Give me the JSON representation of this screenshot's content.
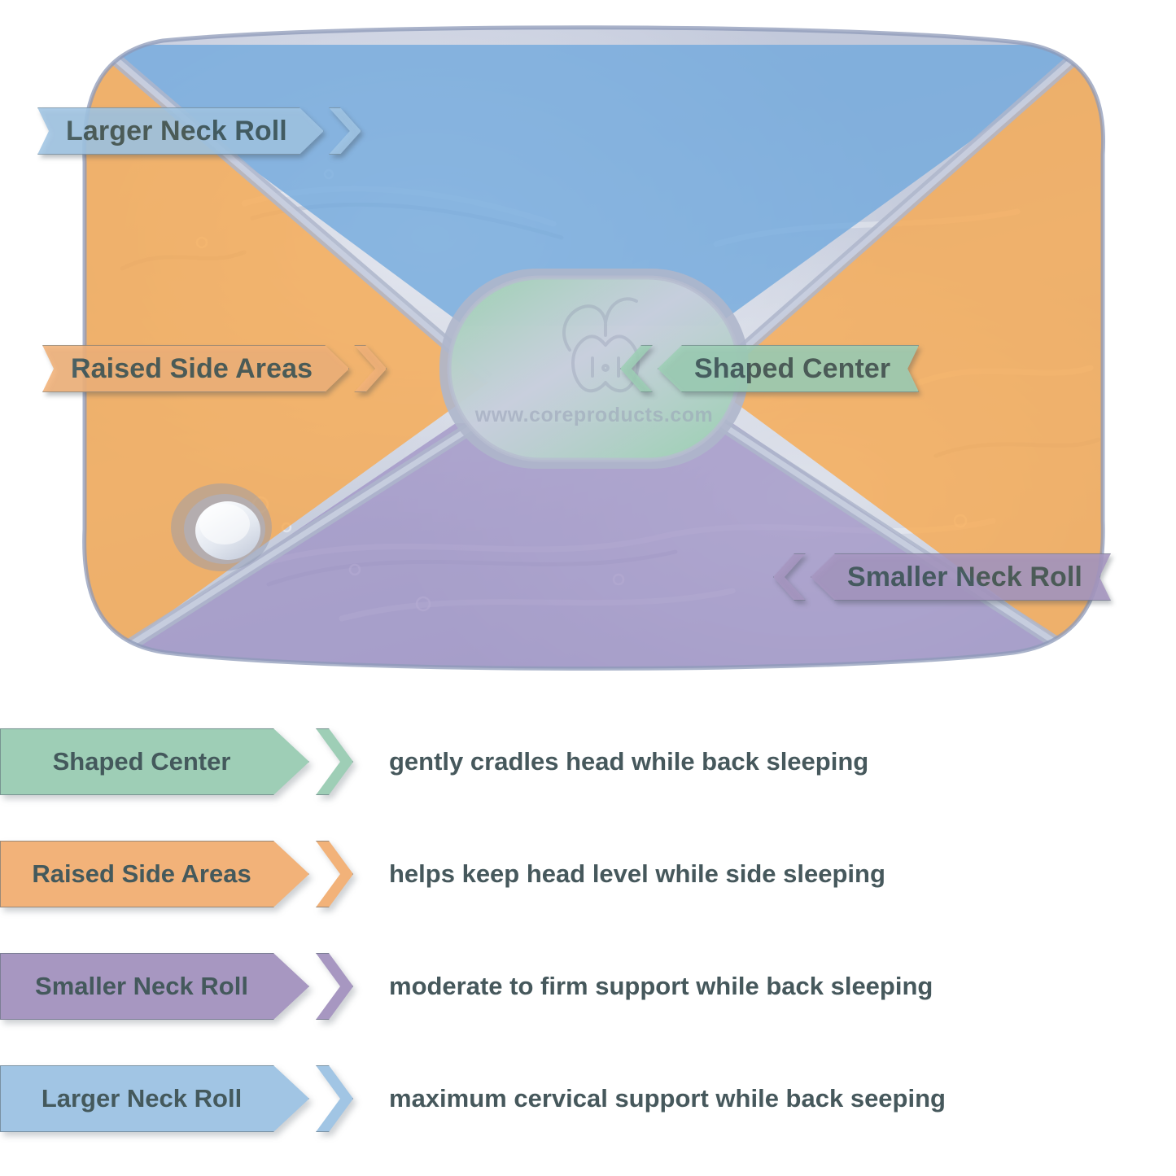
{
  "product": {
    "brand_url": "www.coreproducts.com",
    "logo_alt": "apple-core-logo"
  },
  "colors": {
    "shaped_center": "#9ECEB6",
    "raised_side_areas": "#F2B279",
    "smaller_neck_roll": "#A797C1",
    "larger_neck_roll": "#A1C5E4",
    "text_dark": "#44595c",
    "pillow_body": "#C3C9DA",
    "pillow_edge": "#9AA7C4"
  },
  "callouts": [
    {
      "key": "larger_neck_roll",
      "label": "Larger Neck Roll",
      "color": "#A1C5E4",
      "direction": "right"
    },
    {
      "key": "raised_side_areas",
      "label": "Raised Side Areas",
      "color": "#F2B279",
      "direction": "right"
    },
    {
      "key": "shaped_center",
      "label": "Shaped Center",
      "color": "#9ECEB6",
      "direction": "left"
    },
    {
      "key": "smaller_neck_roll",
      "label": "Smaller Neck Roll",
      "color": "#A797C1",
      "direction": "left"
    }
  ],
  "legend": [
    {
      "key": "shaped_center",
      "label": "Shaped Center",
      "description": "gently cradles head while back sleeping",
      "color": "#9ECEB6"
    },
    {
      "key": "raised_side_areas",
      "label": "Raised Side Areas",
      "description": "helps keep head level while side sleeping",
      "color": "#F2B279"
    },
    {
      "key": "smaller_neck_roll",
      "label": "Smaller Neck Roll",
      "description": "moderate to firm support while back sleeping",
      "color": "#A797C1"
    },
    {
      "key": "larger_neck_roll",
      "label": "Larger Neck Roll",
      "description": "maximum cervical support while back seeping",
      "color": "#A1C5E4"
    }
  ]
}
